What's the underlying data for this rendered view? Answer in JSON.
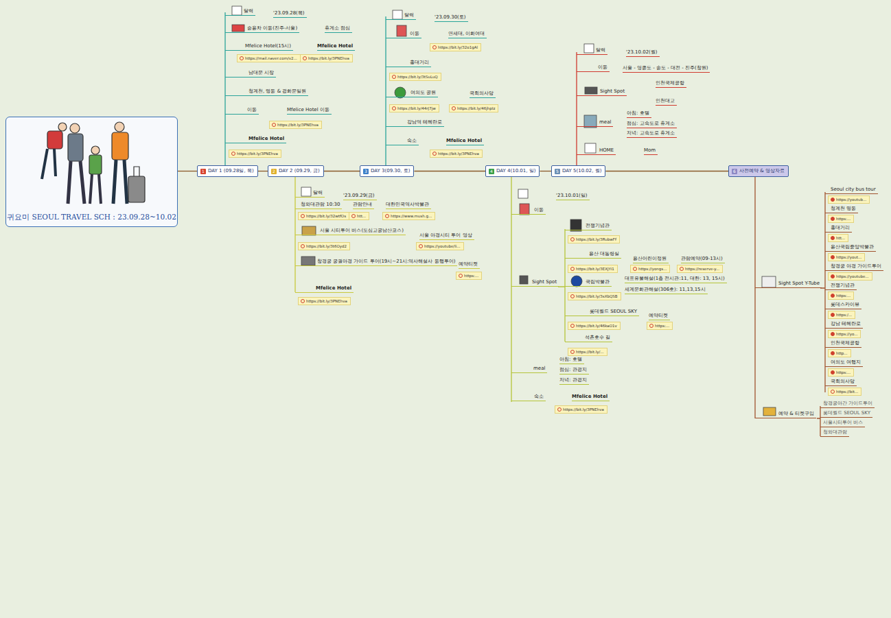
{
  "diagram": {
    "nodes": [
      {
        "text": [
          "귀요미 SEOUL TRAVEL SCH : 23.09.28~10.02"
        ]
      },
      {
        "text": [
          "1",
          "DAY 1 (09.28일, 목)"
        ]
      },
      {
        "text": [
          "2",
          "DAY 2 (09.29, 금)"
        ]
      },
      {
        "text": [
          "3",
          "DAY 3(09.30, 토)"
        ]
      },
      {
        "text": [
          "4",
          "DAY 4(10.01, 일)"
        ]
      },
      {
        "text": [
          "5",
          "DAY 5(10.02, 월)"
        ]
      },
      {
        "text": [
          "6",
          "사전예약 & 영상자료"
        ]
      },
      {
        "text": [
          "https://mail.naver.com/v2..."
        ]
      },
      {
        "text": [
          "https://bit.ly/3PNEhva"
        ]
      },
      {
        "text": [
          "https://bit.ly/3PNEhva"
        ]
      },
      {
        "text": [
          "https://bit.ly/3PNEhva"
        ]
      },
      {
        "text": [
          "https://bit.ly/32wtfOs"
        ]
      },
      {
        "text": [
          "htt..."
        ]
      },
      {
        "text": [
          "https://www.mush.g..."
        ]
      },
      {
        "text": [
          "https://bit.ly/3t6Oyd2"
        ]
      },
      {
        "text": [
          "https://youtube/li..."
        ]
      },
      {
        "text": [
          "https:..."
        ]
      },
      {
        "text": [
          "https://bit.ly/3PNEhva"
        ]
      },
      {
        "text": [
          "https://bit.ly/32o1gAl"
        ]
      },
      {
        "text": [
          "https://bit.ly/3tSuLuQ"
        ]
      },
      {
        "text": [
          "https://bit.ly/44rJ7jw"
        ]
      },
      {
        "text": [
          "https://bit.ly/46jhpIz"
        ]
      },
      {
        "text": [
          "https://bit.ly/3PNEhva"
        ]
      },
      {
        "text": [
          "https://bit.ly/3RubwFf"
        ]
      },
      {
        "text": [
          "https://bit.ly/3EXjYi1"
        ]
      },
      {
        "text": [
          "https://yongs..."
        ]
      },
      {
        "text": [
          "https://reserve-y..."
        ]
      },
      {
        "text": [
          "https://bit.ly/3sXbQSB"
        ]
      },
      {
        "text": [
          "https://bit.ly/46kaO1v"
        ]
      },
      {
        "text": [
          "https:..."
        ]
      },
      {
        "text": [
          "https://bit.ly/..."
        ]
      },
      {
        "text": [
          "https://bit.ly/3PNEhva"
        ]
      },
      {
        "text": [
          "https://youtub..."
        ]
      },
      {
        "text": [
          "https:..."
        ]
      },
      {
        "text": [
          "htt..."
        ]
      },
      {
        "text": [
          "https://yout..."
        ]
      },
      {
        "text": [
          "https://youtube..."
        ]
      },
      {
        "text": [
          "https:..."
        ]
      },
      {
        "text": [
          "https:/..."
        ]
      },
      {
        "text": [
          "https://yo..."
        ]
      },
      {
        "text": [
          "http..."
        ]
      },
      {
        "text": [
          "https:..."
        ]
      },
      {
        "text": [
          "https://bit..."
        ]
      }
    ],
    "edges": [
      {
        "from": 0,
        "to": 1,
        "arrow": "none"
      },
      {
        "from": 1,
        "to": 2,
        "arrow": "none"
      },
      {
        "from": 2,
        "to": 3,
        "arrow": "none"
      },
      {
        "from": 3,
        "to": 4,
        "arrow": "none"
      },
      {
        "from": 4,
        "to": 5,
        "arrow": "none"
      },
      {
        "from": 5,
        "to": 6,
        "arrow": "none"
      }
    ],
    "labels": [
      "달력",
      "'23.09.28(목)",
      "승용차 이동(진주-서울)",
      "휴게소 점심",
      "Mfelice Hotel(15시)",
      "Mfelice Hotel",
      "남대문 시장",
      "청계천, 명동 & 광화문일원",
      "이동",
      "Mfelice Hotel 이동",
      "Mfelice Hotel",
      "달력",
      "'23.09.29(금)",
      "청와대관람 10:30",
      "관람안내",
      "대한민국역사박물관",
      "서울 시티투어 버스(도심고궁남산코스)",
      "서울 야경시티 투어 영상",
      "창경궁 궁궐야경 가이드 투어(19시~21시:역사해설사 동행투어)",
      "예약티켓",
      "Mfelice Hotel",
      "달력",
      "'23.09.30(토)",
      "이동",
      "연세대, 이화여대",
      "홍대거리",
      "여의도 공원",
      "국회의사당",
      "강남역 테헤란로",
      "숙소",
      "Mfelice Hotel",
      "'23.10.01(일)",
      "이동",
      "전쟁기념관",
      "용산 대통령실",
      "용산어린이정원",
      "관람예약(09-13시)",
      "Sight Spot",
      "국립박물관",
      "대표유물해설(1층 전시관:11, 대한: 13, 15시)",
      "세계문화관해설(306호): 11,13,15시",
      "롯데월드 SEOUL SKY",
      "예약티켓",
      "석촌호수 길",
      "meal",
      "아침: 호텔",
      "점심: 관광지",
      "저녁: 관광지",
      "숙소",
      "Mfelice Hotel",
      "달력",
      "'23.10.02(월)",
      "이동",
      "서울 - 영종도 - 송도 - 대전 - 진주(창원)",
      "Sight Spot",
      "인천국제공항",
      "인천대교",
      "meal",
      "아침: 호텔",
      "점심: 고속도로 휴게소",
      "저녁: 고속도로 휴게소",
      "HOME",
      "Mom",
      "Sight Spot Y-Tube",
      "예약 & 티켓구입",
      "Seoul city bus tour",
      "청계천 명동",
      "홍대거리",
      "용산국립중앙박물관",
      "창경궁 야경 가이드투어",
      "전쟁기념관",
      "롯데스카이뷰",
      "강남 테헤란로",
      "인천국제공항",
      "여의도 여행지",
      "국회의사당",
      "창경궁야간 가이드투어",
      "롯데월드 SEOUL SKY",
      "서울시티투어 버스",
      "청와대관람"
    ]
  }
}
